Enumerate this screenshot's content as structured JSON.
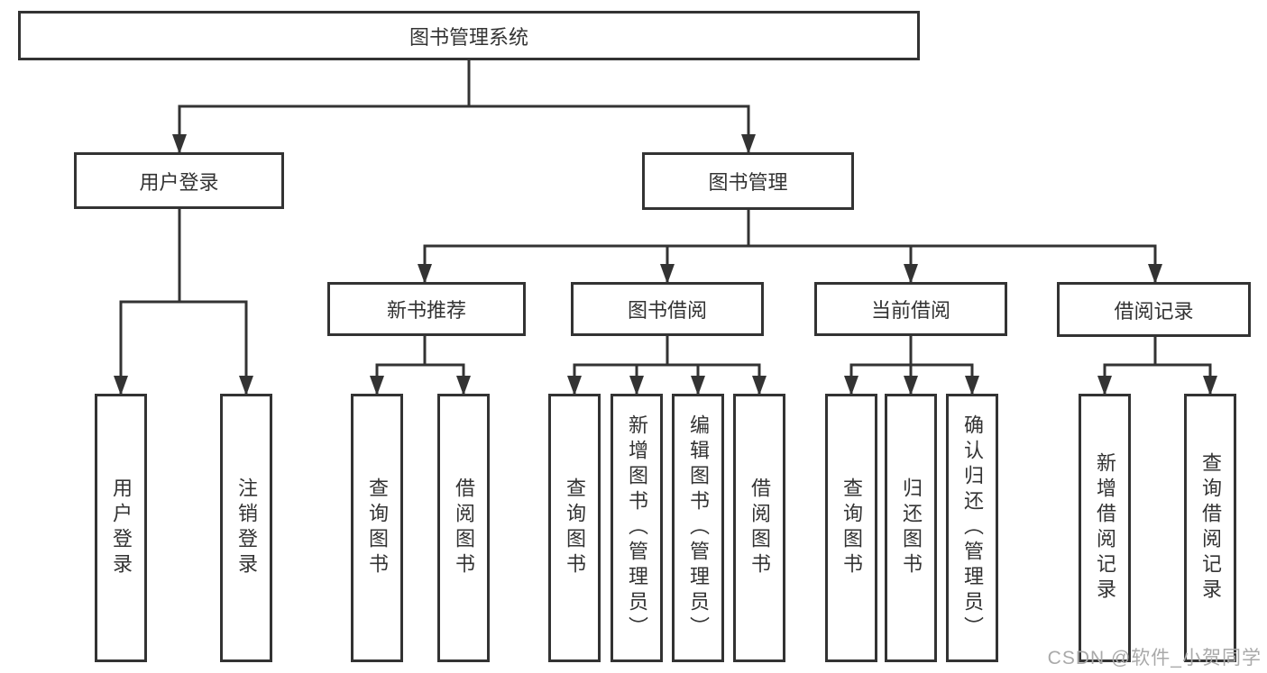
{
  "tree": {
    "label": "图书管理系统",
    "children": [
      {
        "label": "用户登录",
        "children": [
          {
            "label": "用户登录"
          },
          {
            "label": "注销登录"
          }
        ]
      },
      {
        "label": "图书管理",
        "children": [
          {
            "label": "新书推荐",
            "children": [
              {
                "label": "查询图书"
              },
              {
                "label": "借阅图书"
              }
            ]
          },
          {
            "label": "图书借阅",
            "children": [
              {
                "label": "查询图书"
              },
              {
                "label": "新增图书（管理员）"
              },
              {
                "label": "编辑图书（管理员）"
              },
              {
                "label": "借阅图书"
              }
            ]
          },
          {
            "label": "当前借阅",
            "children": [
              {
                "label": "查询图书"
              },
              {
                "label": "归还图书"
              },
              {
                "label": "确认归还（管理员）"
              }
            ]
          },
          {
            "label": "借阅记录",
            "children": [
              {
                "label": "新增借阅记录"
              },
              {
                "label": "查询借阅记录"
              }
            ]
          }
        ]
      }
    ]
  },
  "watermark": "CSDN @软件_小贺同学",
  "colors": {
    "line": "#333333",
    "box_border": "#333333",
    "text": "#333333",
    "watermark": "#a9a9a9",
    "background": "#ffffff"
  }
}
